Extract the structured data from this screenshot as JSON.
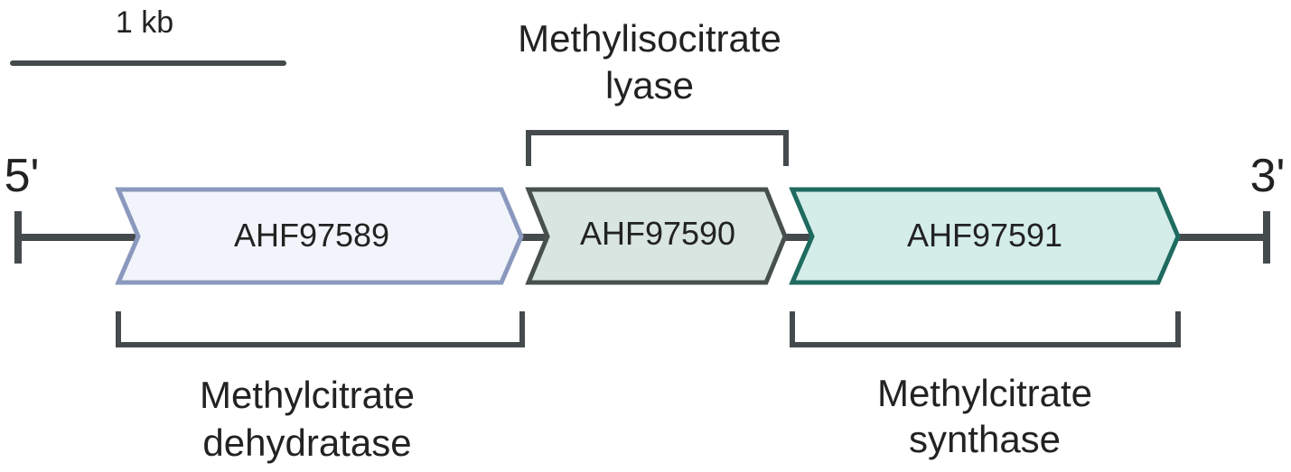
{
  "scale_bar": {
    "label": "1 kb"
  },
  "ends": {
    "five_prime": "5'",
    "three_prime": "3'"
  },
  "genes": [
    {
      "id": "AHF97589",
      "fill": "#f1f5fb",
      "stroke": "#8a98bd"
    },
    {
      "id": "AHF97590",
      "fill": "#d8e5e1",
      "stroke": "#47504e"
    },
    {
      "id": "AHF97591",
      "fill": "#d4ede9",
      "stroke": "#1f6b5f"
    }
  ],
  "annotations": {
    "dehydratase": {
      "line1": "Methylcitrate",
      "line2": "dehydratase"
    },
    "lyase": {
      "line1": "Methylisocitrate",
      "line2": "lyase"
    },
    "synthase": {
      "line1": "Methylcitrate",
      "line2": "synthase"
    }
  },
  "colors": {
    "line": "#454a4d",
    "text": "#222222"
  }
}
